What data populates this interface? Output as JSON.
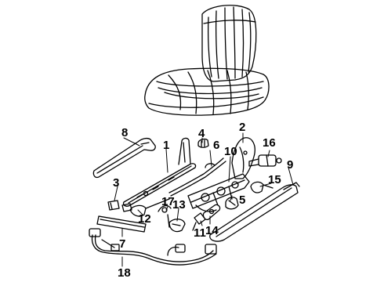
{
  "colors": {
    "ink": "#000000",
    "paper": "#ffffff"
  },
  "callouts": {
    "c1": "1",
    "c2": "2",
    "c3": "3",
    "c4": "4",
    "c5": "5",
    "c6": "6",
    "c7": "7",
    "c8": "8",
    "c9": "9",
    "c10": "10",
    "c11": "11",
    "c12": "12",
    "c13": "13",
    "c14": "14",
    "c15": "15",
    "c16": "16",
    "c17": "17",
    "c18": "18"
  }
}
